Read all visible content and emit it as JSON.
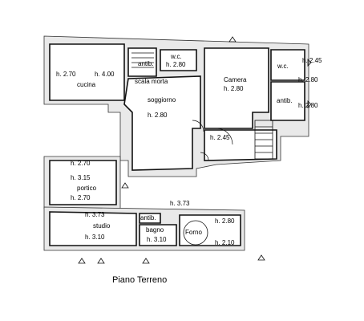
{
  "title": "Piano Terreno",
  "labels": {
    "cucina_h1": "h. 2.70",
    "cucina_h2": "h. 4.00",
    "cucina": "cucina",
    "scala_antib": "antib.",
    "wc_top": "w.c.",
    "wc_top_h": "h. 2.80",
    "scala_morta": "scala morta",
    "soggiorno": "soggiorno",
    "soggiorno_h": "h. 2.80",
    "camera": "Camera",
    "camera_h": "h. 2.80",
    "wc_right": "w.c.",
    "right_h1": "h. 2.45",
    "right_h2": "h. 2.80",
    "right_h3": "h. 2.80",
    "antib_right": "antib.",
    "stair_h": "h. 2.45",
    "portico_h1": "h. 2.70",
    "portico_h2": "h. 3.15",
    "portico": "portico",
    "portico_h3": "h. 2.70",
    "studio_h1": "h. 3.73",
    "studio": "studio",
    "studio_h2": "h. 3.10",
    "top_h": "h. 3.73",
    "antib_bagno": "antib.",
    "bagno": "bagno",
    "bagno_h": "h. 3.10",
    "forno": "Forno",
    "forno_h1": "h. 2.80",
    "forno_h2": "h. 2.10"
  }
}
